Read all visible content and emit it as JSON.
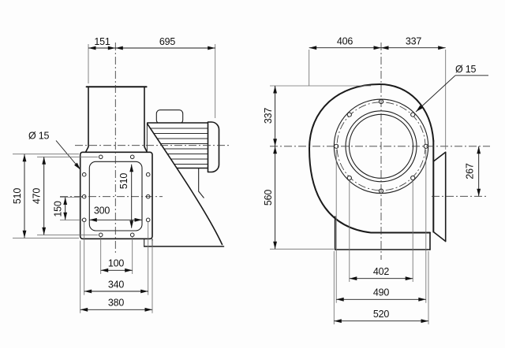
{
  "drawing": {
    "type": "technical dimension drawing, centrifugal fan, two orthographic views",
    "colors": {
      "background": "#fdfdfd",
      "lines": "#1a1a1a",
      "extension_lines": "#6f6f6f"
    },
    "side": {
      "top_offset": "151",
      "top_length": "695",
      "hole_dia": "Ø 15",
      "plate_height": "510",
      "hole_span_v": "470",
      "hole_offset": "150",
      "opening_height": "510",
      "opening_width": "300",
      "foot_hole_spacing": "100",
      "hole_span_h": "340",
      "plate_width": "380"
    },
    "front": {
      "width_left": "406",
      "width_right": "337",
      "hole_dia": "Ø 15",
      "height_top": "337",
      "height_bottom": "560",
      "outlet_offset": "267",
      "bolt_span_inner": "402",
      "bolt_span_outer": "490",
      "base_width": "520"
    }
  }
}
